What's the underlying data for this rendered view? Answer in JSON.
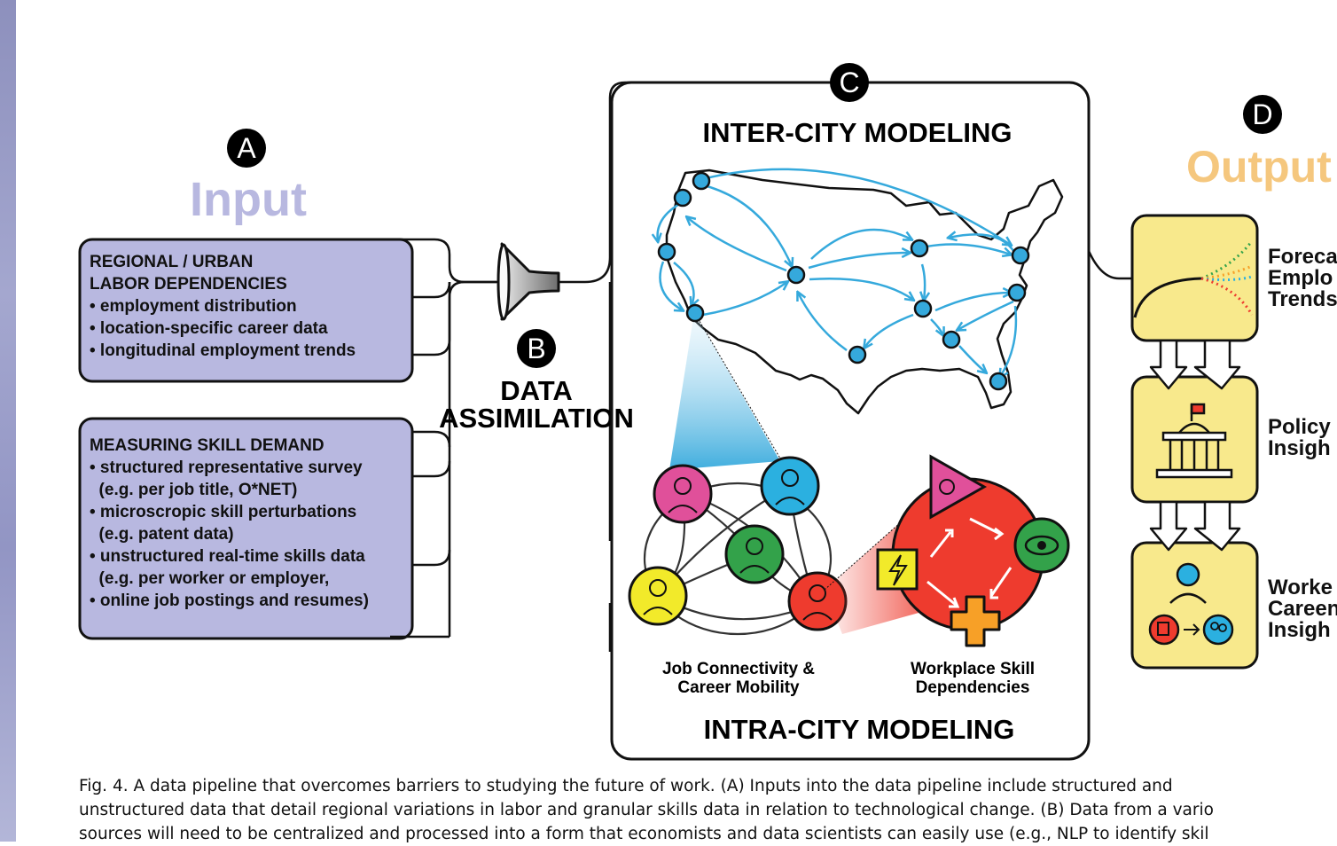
{
  "panels": {
    "a": {
      "letter": "A",
      "title": "Input",
      "box1": {
        "heading_line1": "REGIONAL / URBAN",
        "heading_line2": "LABOR DEPENDENCIES",
        "items": [
          "• employment distribution",
          "• location-specific career data",
          "• longitudinal employment trends"
        ]
      },
      "box2": {
        "heading": "MEASURING SKILL DEMAND",
        "lines": [
          "• structured representative survey",
          "  (e.g. per job title, O*NET)",
          "• microscropic skill perturbations",
          "  (e.g. patent data)",
          "• unstructured real-time skills data",
          "  (e.g. per worker or employer,",
          "• online job postings and resumes)"
        ]
      }
    },
    "b": {
      "letter": "B",
      "title_line1": "DATA",
      "title_line2": "ASSIMILATION"
    },
    "c": {
      "letter": "C",
      "top_title": "INTER-CITY MODELING",
      "bottom_title": "INTRA-CITY MODELING",
      "label_left_line1": "Job Connectivity &",
      "label_left_line2": "Career Mobility",
      "label_right_line1": "Workplace Skill",
      "label_right_line2": "Dependencies"
    },
    "d": {
      "letter": "D",
      "title": "Output",
      "items": [
        {
          "line1": "Foreca",
          "line2": "Emplo",
          "line3": "Trends"
        },
        {
          "line1": "Policy",
          "line2": "Insigh"
        },
        {
          "line1": "Worke",
          "line2": "Careen",
          "line3": "Insigh"
        }
      ]
    }
  },
  "caption": {
    "line1": "Fig. 4.  A data pipeline that overcomes barriers to studying the future of work. (A) Inputs into the data pipeline include structured and",
    "line2": "unstructured data that detail regional variations in labor and granular skills data in relation to technological change. (B) Data from a vario",
    "line3": "sources will need to be centralized and processed into a form that economists and data scientists can easily use (e.g., NLP to identify skil"
  },
  "colors": {
    "input_purple": "#b8b8e0",
    "output_orange": "#f5c77e",
    "output_box": "#f8e98c",
    "network_blue": "#35a9dc",
    "red": "#ee3b2e",
    "magenta": "#e0509a",
    "green": "#33a24a",
    "yellow": "#f2ea2a",
    "cyan": "#2bb0e0"
  },
  "icons": {
    "funnel": "funnel-icon",
    "map": "us-map-network",
    "people": [
      "woman-avatar-icon",
      "man-glasses-avatar-icon",
      "woman-avatar-icon",
      "man-beard-avatar-icon",
      "man-beard-avatar-icon"
    ],
    "skills": [
      "speaking-icon",
      "eye-icon",
      "lightning-icon",
      "plus-icon",
      "cycle-arrows-icon"
    ],
    "outputs": [
      "trend-chart-icon",
      "capitol-building-icon",
      "worker-career-icon"
    ]
  }
}
